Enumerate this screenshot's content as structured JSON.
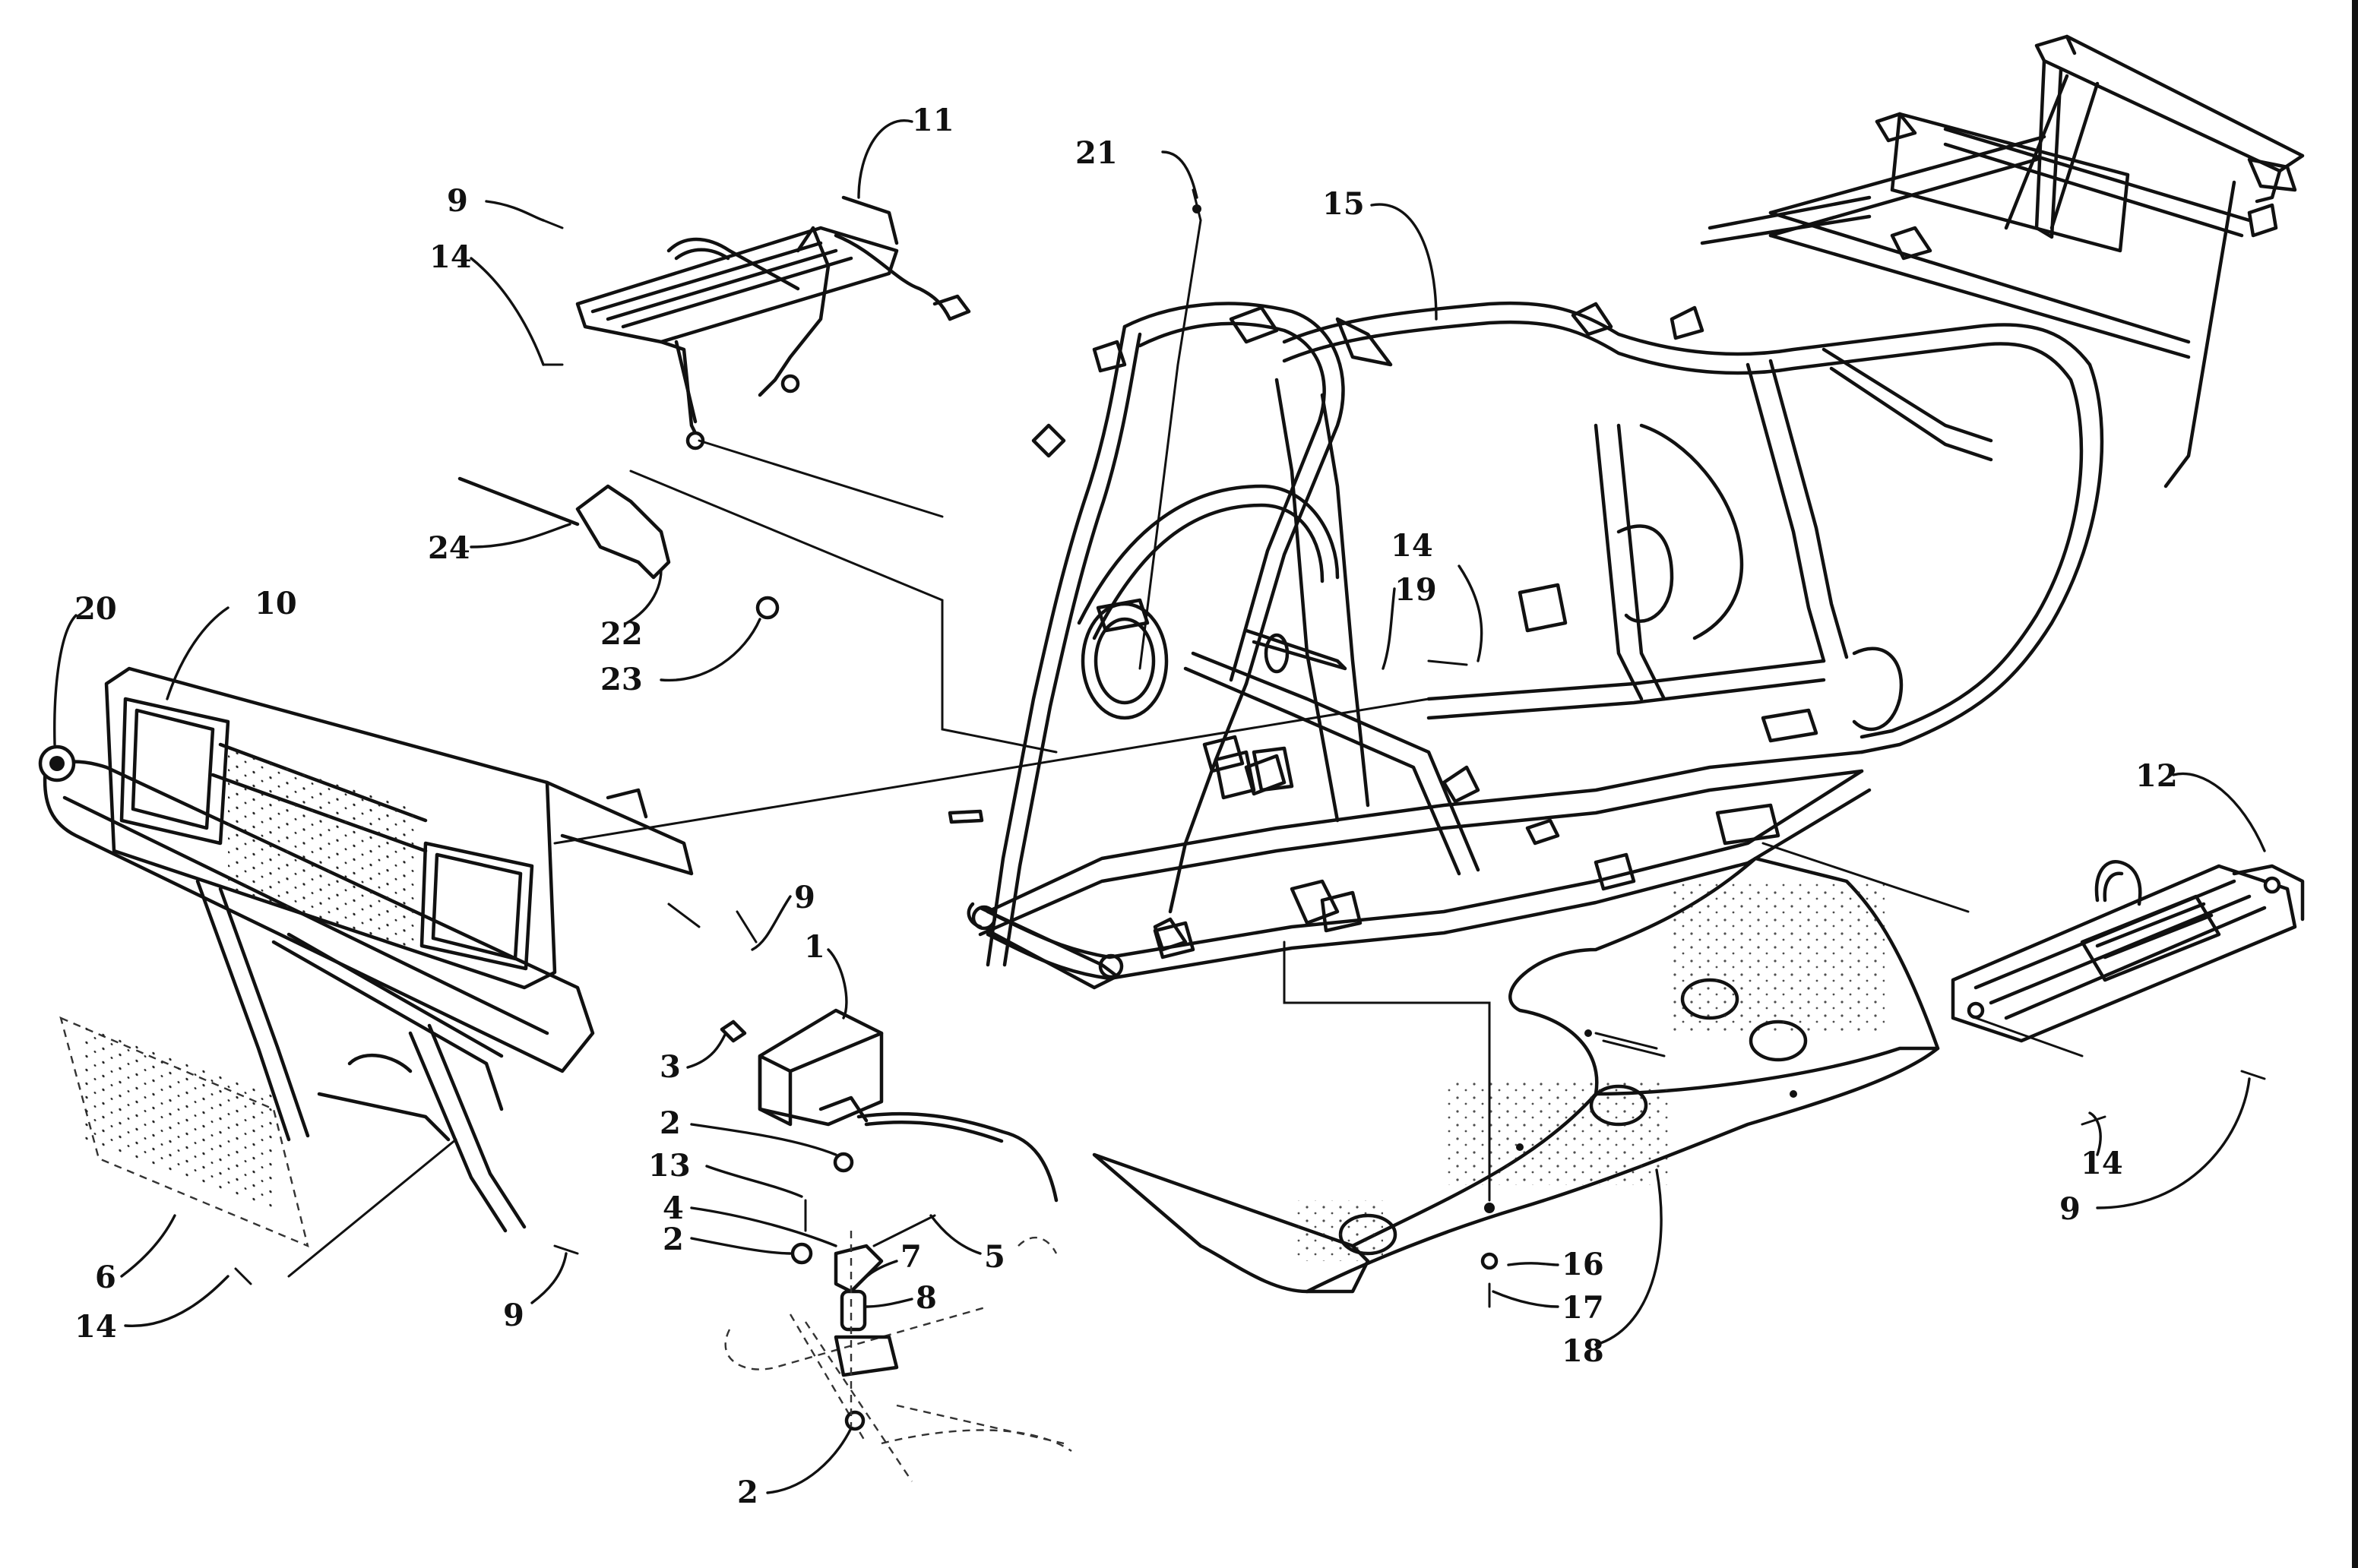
{
  "diagram": {
    "type": "exploded parts diagram",
    "callouts": [
      {
        "id": "c-11",
        "text": "11"
      },
      {
        "id": "c-21",
        "text": "21"
      },
      {
        "id": "c-15",
        "text": "15"
      },
      {
        "id": "c-9a",
        "text": "9"
      },
      {
        "id": "c-14a",
        "text": "14"
      },
      {
        "id": "c-24",
        "text": "24"
      },
      {
        "id": "c-22",
        "text": "22"
      },
      {
        "id": "c-23",
        "text": "23"
      },
      {
        "id": "c-20",
        "text": "20"
      },
      {
        "id": "c-10",
        "text": "10"
      },
      {
        "id": "c-14b",
        "text": "14"
      },
      {
        "id": "c-19",
        "text": "19"
      },
      {
        "id": "c-12",
        "text": "12"
      },
      {
        "id": "c-9b",
        "text": "9"
      },
      {
        "id": "c-1",
        "text": "1"
      },
      {
        "id": "c-3",
        "text": "3"
      },
      {
        "id": "c-2a",
        "text": "2"
      },
      {
        "id": "c-13",
        "text": "13"
      },
      {
        "id": "c-4",
        "text": "4"
      },
      {
        "id": "c-2b",
        "text": "2"
      },
      {
        "id": "c-7",
        "text": "7"
      },
      {
        "id": "c-5",
        "text": "5"
      },
      {
        "id": "c-8",
        "text": "8"
      },
      {
        "id": "c-6",
        "text": "6"
      },
      {
        "id": "c-14c",
        "text": "14"
      },
      {
        "id": "c-9c",
        "text": "9"
      },
      {
        "id": "c-2c",
        "text": "2"
      },
      {
        "id": "c-16",
        "text": "16"
      },
      {
        "id": "c-17",
        "text": "17"
      },
      {
        "id": "c-18",
        "text": "18"
      },
      {
        "id": "c-14d",
        "text": "14"
      },
      {
        "id": "c-9d",
        "text": "9"
      }
    ]
  }
}
